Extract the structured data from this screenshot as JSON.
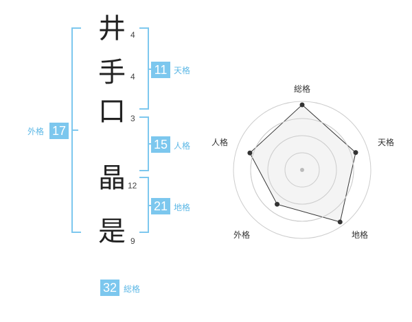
{
  "name_characters": [
    {
      "char": "井",
      "strokes": "4"
    },
    {
      "char": "手",
      "strokes": "4"
    },
    {
      "char": "口",
      "strokes": "3"
    },
    {
      "char": "晶",
      "strokes": "12"
    },
    {
      "char": "是",
      "strokes": "9"
    }
  ],
  "scores": {
    "tenkaku": {
      "value": "11",
      "label": "天格"
    },
    "jinkaku": {
      "value": "15",
      "label": "人格"
    },
    "chikaku": {
      "value": "21",
      "label": "地格"
    },
    "gaikaku": {
      "value": "17",
      "label": "外格"
    },
    "soukaku": {
      "value": "32",
      "label": "総格"
    }
  },
  "radar": {
    "axis_labels": [
      "総格",
      "天格",
      "地格",
      "外格",
      "人格"
    ],
    "levels": 4,
    "values": [
      0.95,
      0.82,
      0.94,
      0.62,
      0.8
    ],
    "colors": {
      "ring": "#cccccc",
      "fill": "#f2f2f2",
      "line": "#333333",
      "point": "#333333",
      "center": "#bbbbbb"
    }
  },
  "colors": {
    "accent": "#7cc7ee",
    "label": "#5db8e6"
  }
}
